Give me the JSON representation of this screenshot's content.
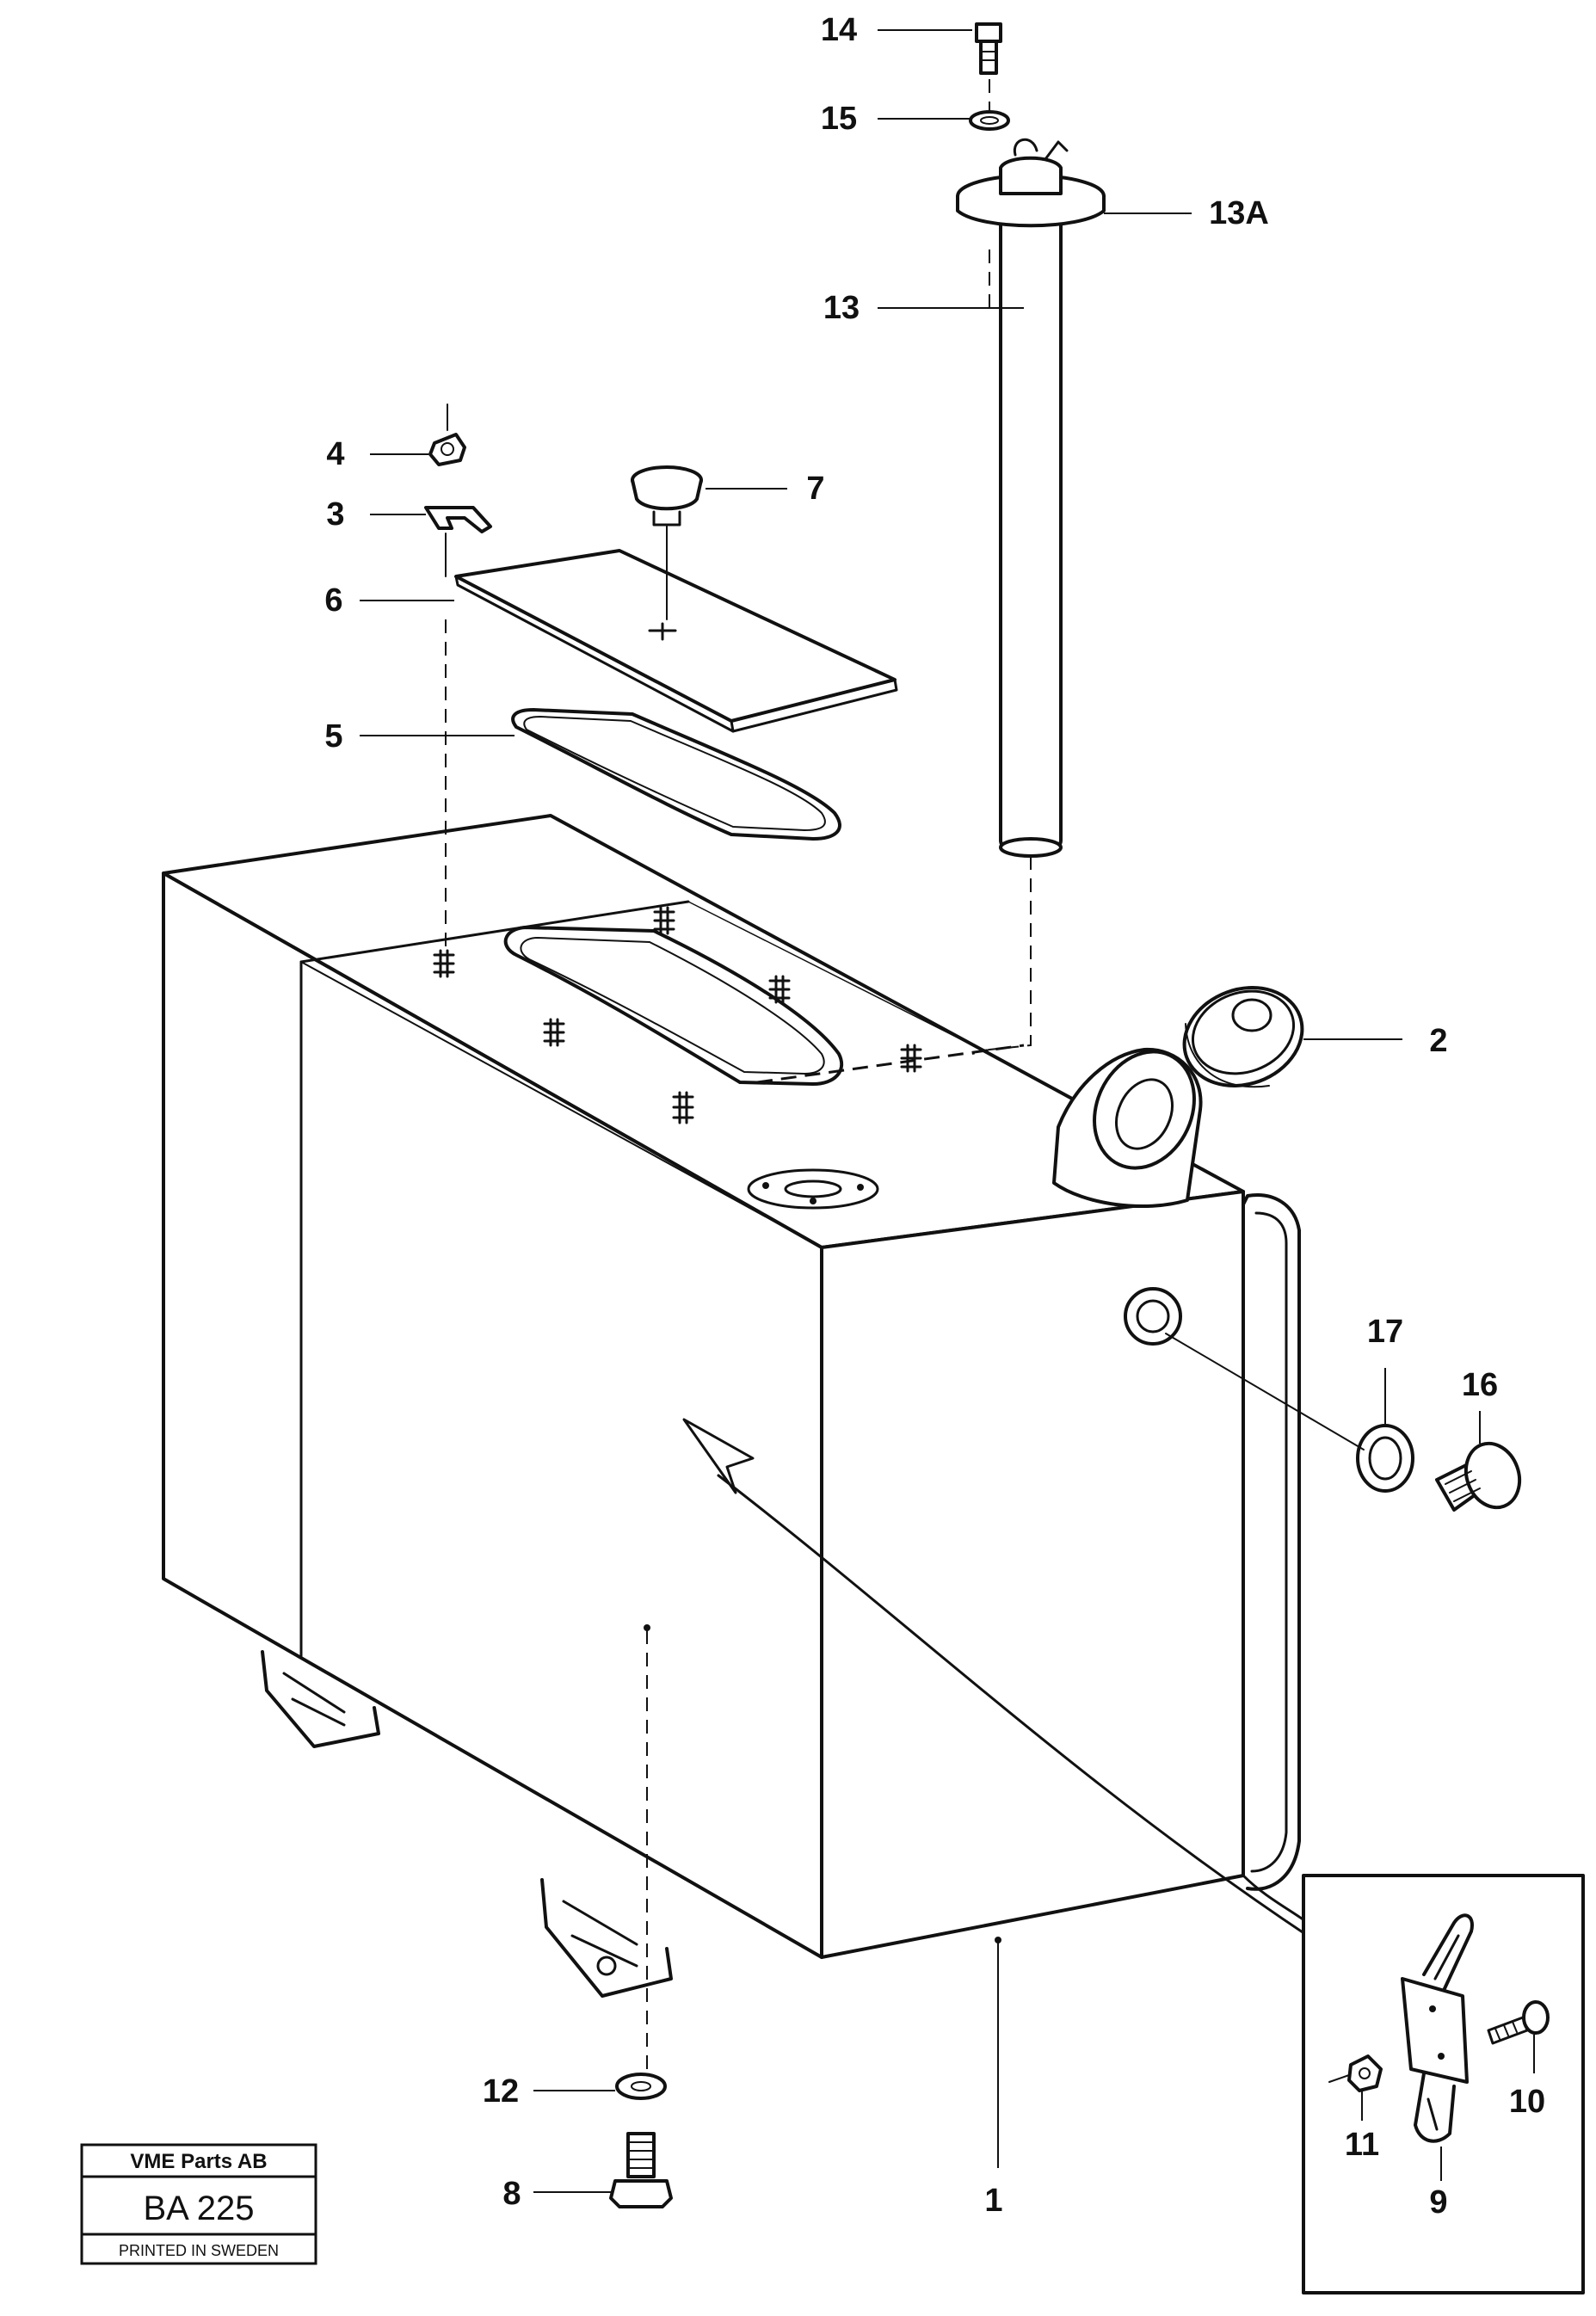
{
  "diagram": {
    "callouts": {
      "c1": "1",
      "c2": "2",
      "c3": "3",
      "c4": "4",
      "c5": "5",
      "c6": "6",
      "c7": "7",
      "c8": "8",
      "c9": "9",
      "c10": "10",
      "c11": "11",
      "c12": "12",
      "c13": "13",
      "c13a": "13A",
      "c14": "14",
      "c15": "15",
      "c16": "16",
      "c17": "17"
    }
  },
  "title_block": {
    "company": "VME Parts AB",
    "code": "BA 225",
    "printed": "PRINTED IN SWEDEN"
  }
}
